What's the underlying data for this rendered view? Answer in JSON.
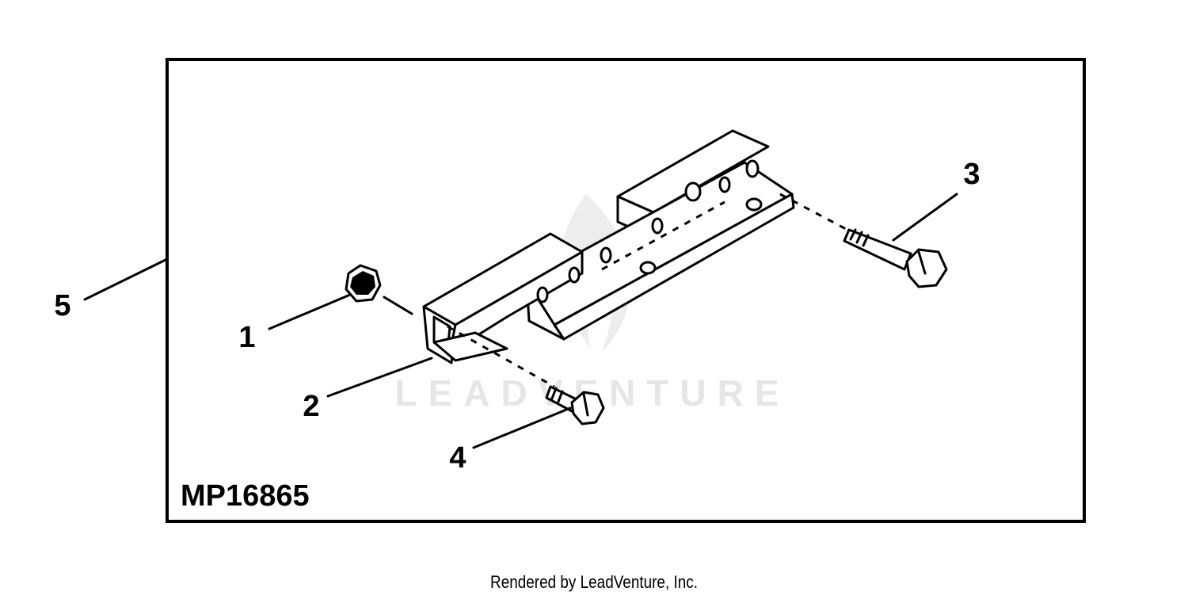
{
  "diagram": {
    "drawing_id": "MP16865",
    "callouts": [
      {
        "id": "1",
        "label": "1"
      },
      {
        "id": "2",
        "label": "2"
      },
      {
        "id": "3",
        "label": "3"
      },
      {
        "id": "4",
        "label": "4"
      },
      {
        "id": "5",
        "label": "5"
      }
    ],
    "watermark": "LEADVENTURE"
  },
  "footer": {
    "text": "Rendered by LeadVenture, Inc."
  }
}
